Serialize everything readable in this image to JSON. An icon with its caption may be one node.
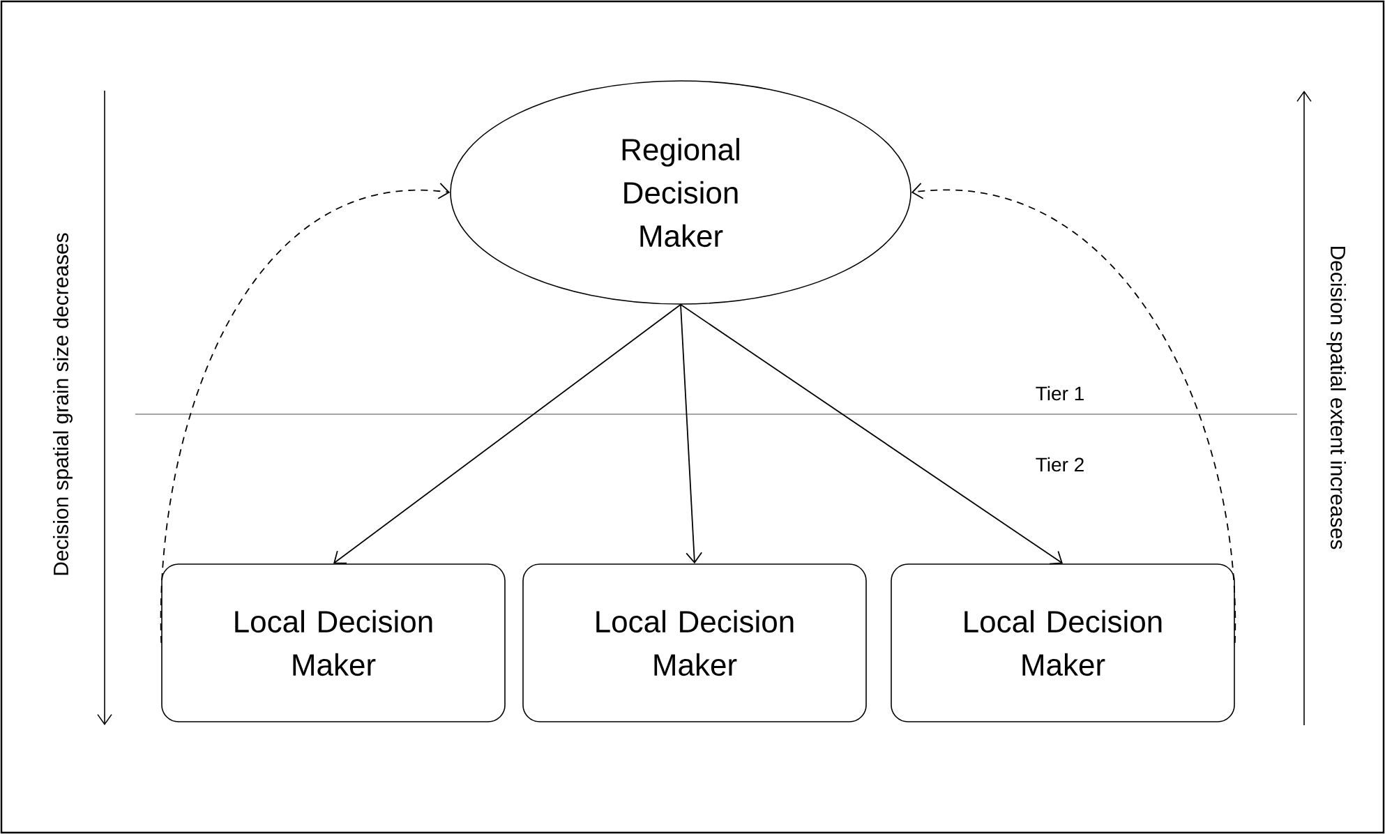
{
  "diagram": {
    "nodes": [
      {
        "text": [
          "Regional Decision Maker"
        ]
      },
      {
        "text": [
          "Local Decision Maker"
        ]
      },
      {
        "text": [
          "Local Decision Maker"
        ]
      },
      {
        "text": [
          "Local Decision Maker"
        ]
      }
    ],
    "edges": [
      {
        "from": 0,
        "to": 1,
        "arrow": "to"
      },
      {
        "from": 0,
        "to": 2,
        "arrow": "to"
      },
      {
        "from": 0,
        "to": 3,
        "arrow": "to"
      },
      {
        "from": 1,
        "to": 0,
        "arrow": "to",
        "style": "dashed"
      },
      {
        "from": 3,
        "to": 0,
        "arrow": "to",
        "style": "dashed"
      }
    ],
    "labels": [
      "Decision spatial grain size decreases",
      "Tier 1",
      "Tier 2",
      "Decision spatial extent increases"
    ]
  }
}
